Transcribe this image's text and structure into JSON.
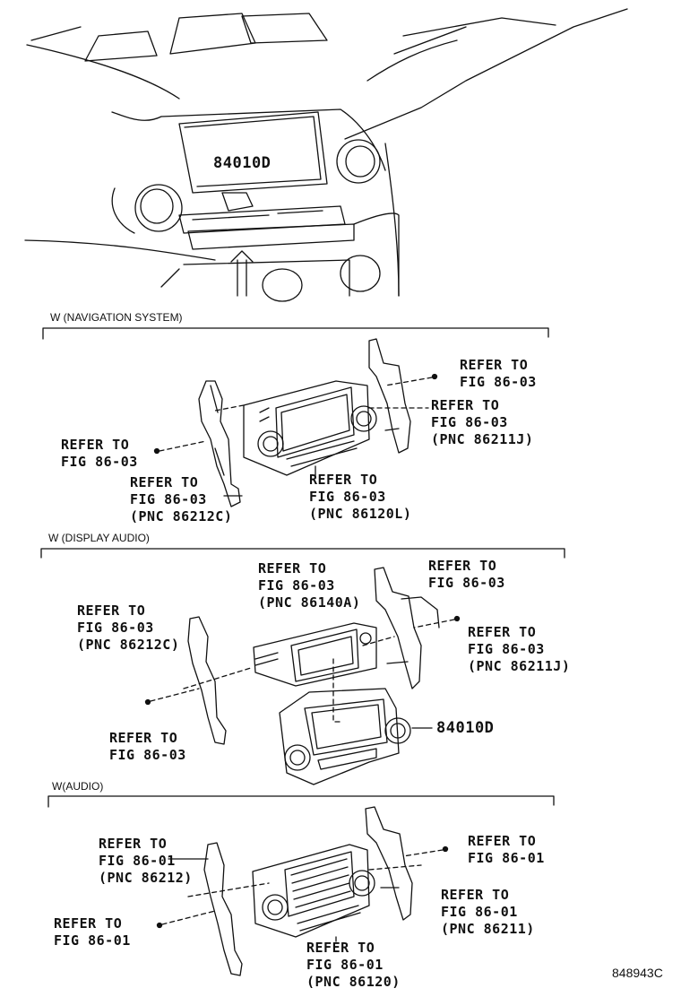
{
  "diagram_code": "848943C",
  "overview": {
    "part_number": "84010D"
  },
  "sections": {
    "navigation": {
      "title": "W (NAVIGATION SYSTEM)",
      "callouts": [
        {
          "lines": [
            "REFER TO",
            "FIG 86-03"
          ]
        },
        {
          "lines": [
            "REFER TO",
            "FIG 86-03",
            "(PNC 86211J)"
          ]
        },
        {
          "lines": [
            "REFER TO",
            "FIG 86-03"
          ]
        },
        {
          "lines": [
            "REFER TO",
            "FIG 86-03",
            "(PNC 86212C)"
          ]
        },
        {
          "lines": [
            "REFER TO",
            "FIG 86-03",
            "(PNC 86120L)"
          ]
        }
      ]
    },
    "display_audio": {
      "title": "W (DISPLAY AUDIO)",
      "part_number": "84010D",
      "callouts": [
        {
          "lines": [
            "REFER TO",
            "FIG 86-03",
            "(PNC 86140A)"
          ]
        },
        {
          "lines": [
            "REFER TO",
            "FIG 86-03"
          ]
        },
        {
          "lines": [
            "REFER TO",
            "FIG 86-03",
            "(PNC 86212C)"
          ]
        },
        {
          "lines": [
            "REFER TO",
            "FIG 86-03",
            "(PNC 86211J)"
          ]
        },
        {
          "lines": [
            "REFER TO",
            "FIG 86-03"
          ]
        }
      ]
    },
    "audio": {
      "title": "W(AUDIO)",
      "callouts": [
        {
          "lines": [
            "REFER TO",
            "FIG 86-01",
            "(PNC 86212)"
          ]
        },
        {
          "lines": [
            "REFER TO",
            "FIG 86-01"
          ]
        },
        {
          "lines": [
            "REFER TO",
            "FIG 86-01",
            "(PNC 86211)"
          ]
        },
        {
          "lines": [
            "REFER TO",
            "FIG 86-01"
          ]
        },
        {
          "lines": [
            "REFER TO",
            "FIG 86-01",
            "(PNC 86120)"
          ]
        }
      ]
    }
  }
}
